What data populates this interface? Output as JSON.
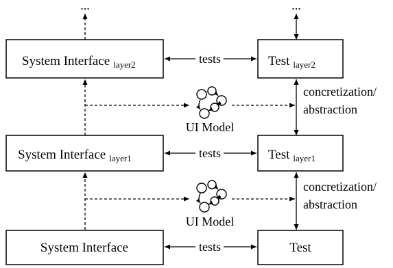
{
  "diagram": {
    "top_ellipsis_left": "...",
    "top_ellipsis_right": "...",
    "layer2": {
      "system_interface": "System Interface",
      "system_interface_sub": "layer2",
      "tests": "tests",
      "test": "Test",
      "test_sub": "layer2"
    },
    "model_upper": {
      "label": "UI Model"
    },
    "relation_upper": {
      "line1": "concretization/",
      "line2": "abstraction"
    },
    "layer1": {
      "system_interface": "System Interface",
      "system_interface_sub": "layer1",
      "tests": "tests",
      "test": "Test",
      "test_sub": "layer1"
    },
    "model_lower": {
      "label": "UI Model"
    },
    "relation_lower": {
      "line1": "concretization/",
      "line2": "abstraction"
    },
    "layer0": {
      "system_interface": "System Interface",
      "tests": "tests",
      "test": "Test"
    }
  }
}
